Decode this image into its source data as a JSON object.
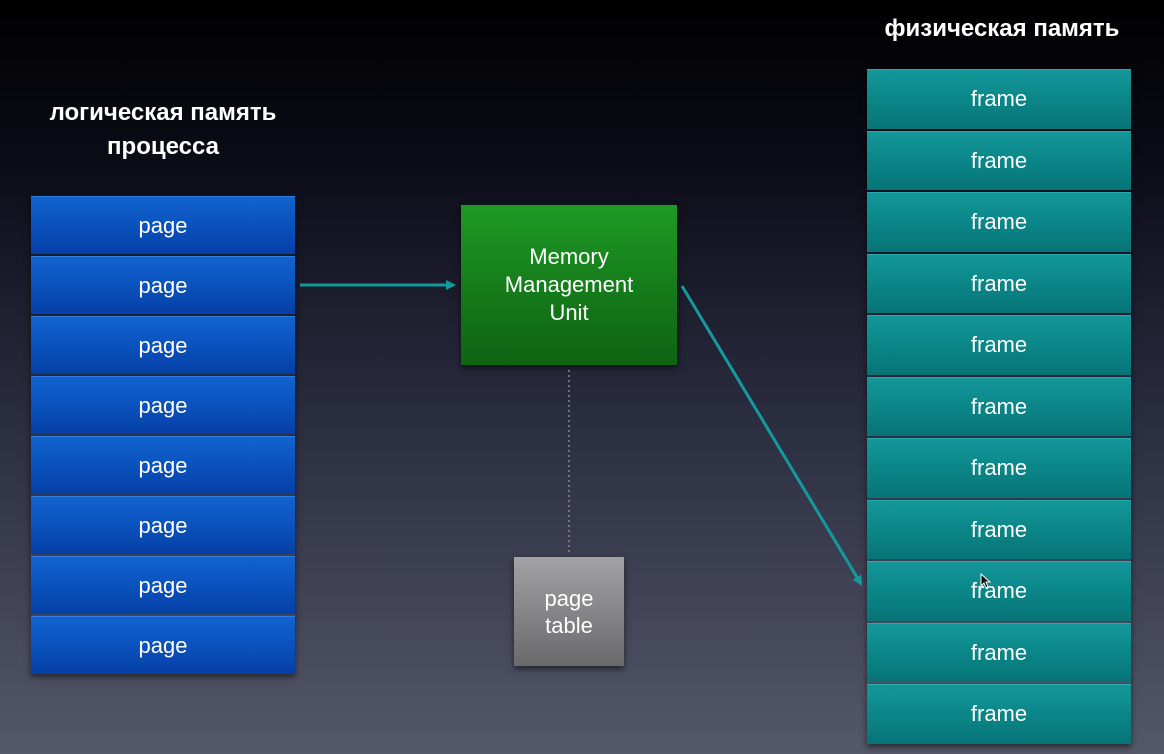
{
  "logical_title": [
    "логическая память",
    "процесса"
  ],
  "physical_title": "физическая память",
  "pages": [
    "page",
    "page",
    "page",
    "page",
    "page",
    "page",
    "page",
    "page"
  ],
  "frames": [
    "frame",
    "frame",
    "frame",
    "frame",
    "frame",
    "frame",
    "frame",
    "frame",
    "frame",
    "frame",
    "frame"
  ],
  "mmu": {
    "lines": [
      "Memory",
      "Management",
      "Unit"
    ]
  },
  "page_table": {
    "lines": [
      "page",
      "table"
    ]
  },
  "colors": {
    "page": "#0a52bd",
    "frame": "#0b8688",
    "mmu": "#157a1a",
    "page_table": "#838386",
    "arrow": "#139a9c"
  },
  "icons": {
    "cursor": "mouse-pointer-icon"
  }
}
